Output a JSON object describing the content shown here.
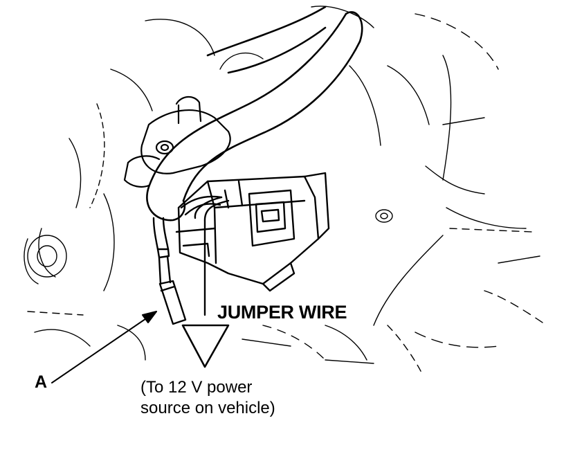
{
  "labels": {
    "jumper_wire": "JUMPER WIRE",
    "callout_a": "A",
    "power_line1": "(To 12 V power",
    "power_line2": "source on vehicle)"
  },
  "colors": {
    "ink": "#000000",
    "background": "#ffffff"
  }
}
